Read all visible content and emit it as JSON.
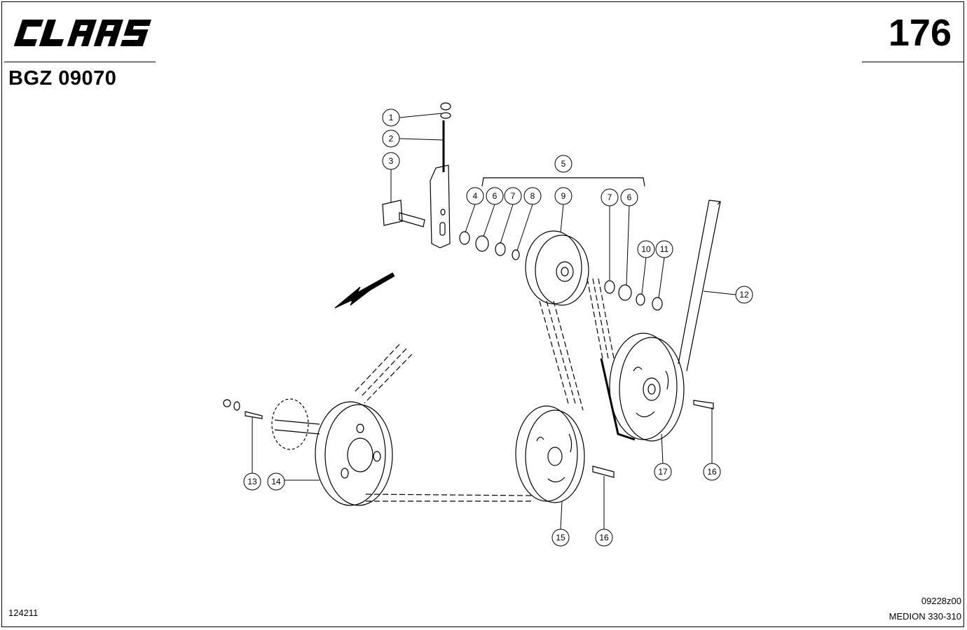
{
  "header": {
    "brand": "CLAAS",
    "document_code": "BGZ 09070",
    "page_number": "176"
  },
  "footer": {
    "left_code": "124211",
    "drawing_ref": "09228z00",
    "model": "MEDION 330-310"
  },
  "callouts": [
    {
      "id": "c1",
      "label": "1"
    },
    {
      "id": "c2",
      "label": "2"
    },
    {
      "id": "c3",
      "label": "3"
    },
    {
      "id": "c4",
      "label": "4"
    },
    {
      "id": "c5",
      "label": "5"
    },
    {
      "id": "c6a",
      "label": "6"
    },
    {
      "id": "c7a",
      "label": "7"
    },
    {
      "id": "c8",
      "label": "8"
    },
    {
      "id": "c9",
      "label": "9"
    },
    {
      "id": "c7b",
      "label": "7"
    },
    {
      "id": "c6b",
      "label": "6"
    },
    {
      "id": "c10",
      "label": "10"
    },
    {
      "id": "c11",
      "label": "11"
    },
    {
      "id": "c12",
      "label": "12"
    },
    {
      "id": "c13",
      "label": "13"
    },
    {
      "id": "c14",
      "label": "14"
    },
    {
      "id": "c15",
      "label": "15"
    },
    {
      "id": "c16a",
      "label": "16"
    },
    {
      "id": "c16b",
      "label": "16"
    },
    {
      "id": "c17",
      "label": "17"
    }
  ]
}
